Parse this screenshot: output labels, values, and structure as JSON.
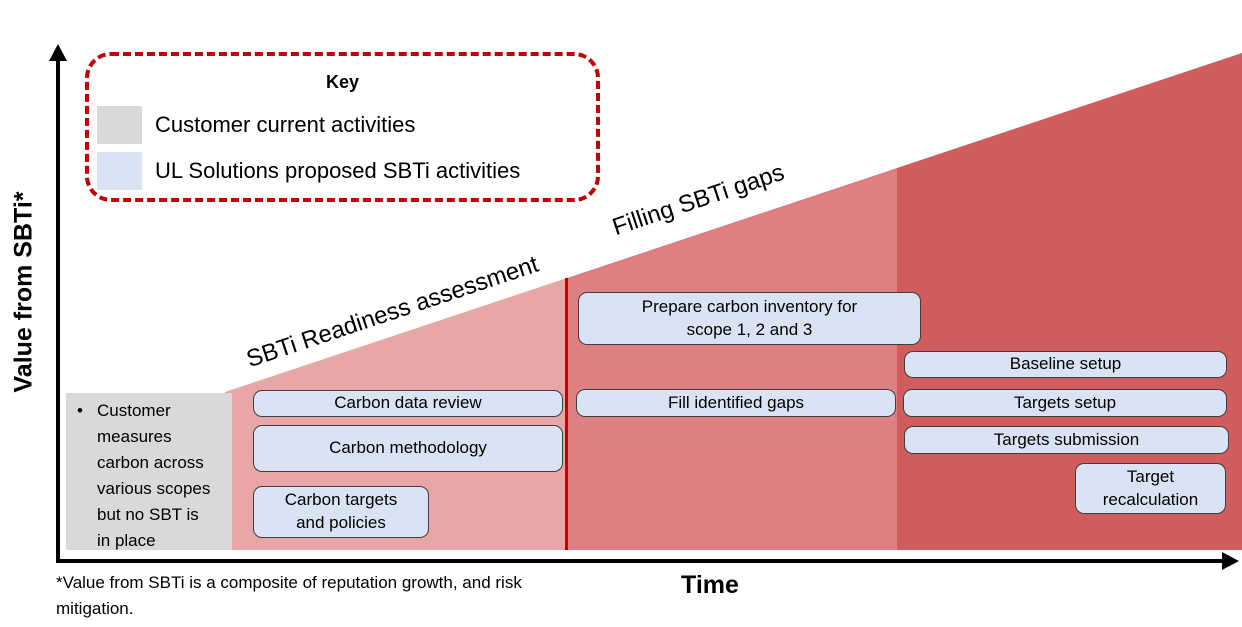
{
  "key": {
    "heading": "Key",
    "items": [
      {
        "label": "Customer current activities",
        "swatch_color": "#D9D9D9"
      },
      {
        "label": "UL Solutions proposed SBTi activities",
        "swatch_color": "#DAE3F3"
      }
    ]
  },
  "axes": {
    "y_label": "Value from SBTi*",
    "x_label": "Time"
  },
  "phase_labels": {
    "readiness": "SBTi Readiness assessment",
    "gaps": "Filling SBTi gaps"
  },
  "current_state": {
    "bullet": "•",
    "text": "Customer\nmeasures\ncarbon across\nvarious scopes\nbut no SBT is\nin place"
  },
  "activities": {
    "carbon_data_review": "Carbon data review",
    "carbon_methodology": "Carbon methodology",
    "carbon_targets_policies": "Carbon targets\nand policies",
    "prepare_inventory": "Prepare carbon inventory for\nscope 1, 2 and 3",
    "fill_gaps": "Fill identified gaps",
    "baseline_setup": "Baseline setup",
    "targets_setup": "Targets setup",
    "targets_submission": "Targets submission",
    "target_recalculation": "Target\nrecalculation"
  },
  "footnote": "*Value from SBTi is a composite of reputation growth, and risk\nmitigation.",
  "colors": {
    "phase1_fill": "#E9A6A8",
    "phase2_fill": "#DD8083",
    "phase3_fill": "#D05C5E",
    "divider_red": "#C00000",
    "key_border_red": "#C00000",
    "activity_fill": "#DAE3F3",
    "activity_border": "#3F3F3F",
    "current_fill": "#D9D9D9"
  }
}
